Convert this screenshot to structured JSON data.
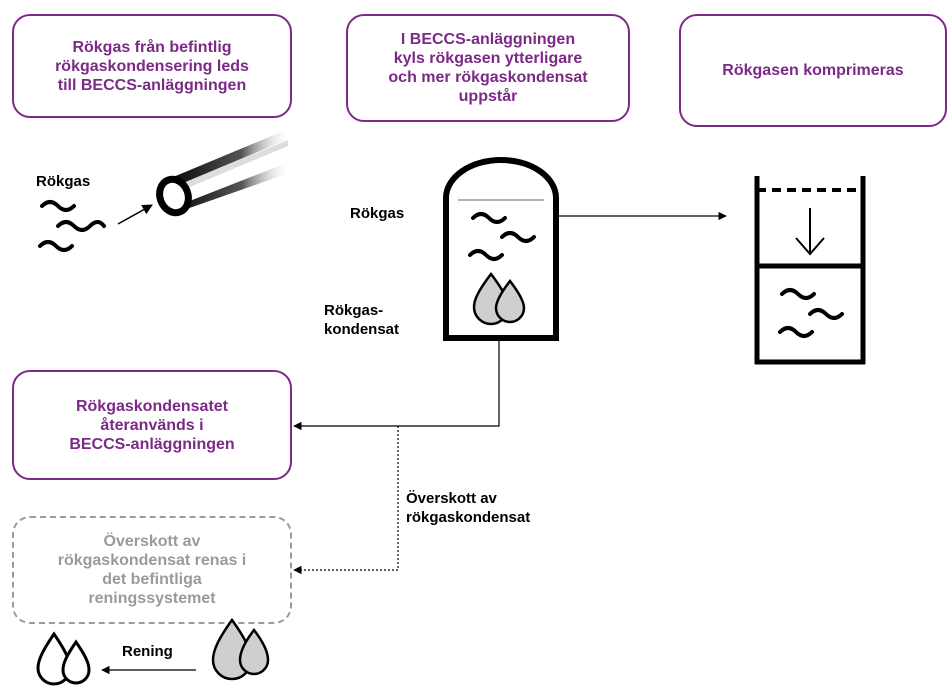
{
  "boxes": {
    "step1": "Rökgas från befintlig\nrökgaskondensering leds\ntill BECCS-anläggningen",
    "step2": "I BECCS-anläggningen\nkyls rökgasen ytterligare\noch mer rökgaskondensat\nuppstår",
    "step3": "Rökgasen komprimeras",
    "reuse": "Rökgaskondensatet\nåteranvänds i\nBECCS-anläggningen",
    "purify": "Överskott av\nrökgaskondensat renas i\ndet befintliga\nreningssystemet"
  },
  "labels": {
    "rokgas_left": "Rökgas",
    "rokgas_tank": "Rökgas",
    "kondensat": "Rökgas-\nkondensat",
    "overskott": "Överskott av\nrökgaskondensat",
    "rening": "Rening"
  },
  "colors": {
    "accent": "#7b2a86",
    "muted": "#9a9a9a",
    "droplet_fill": "#cfcfcf"
  }
}
